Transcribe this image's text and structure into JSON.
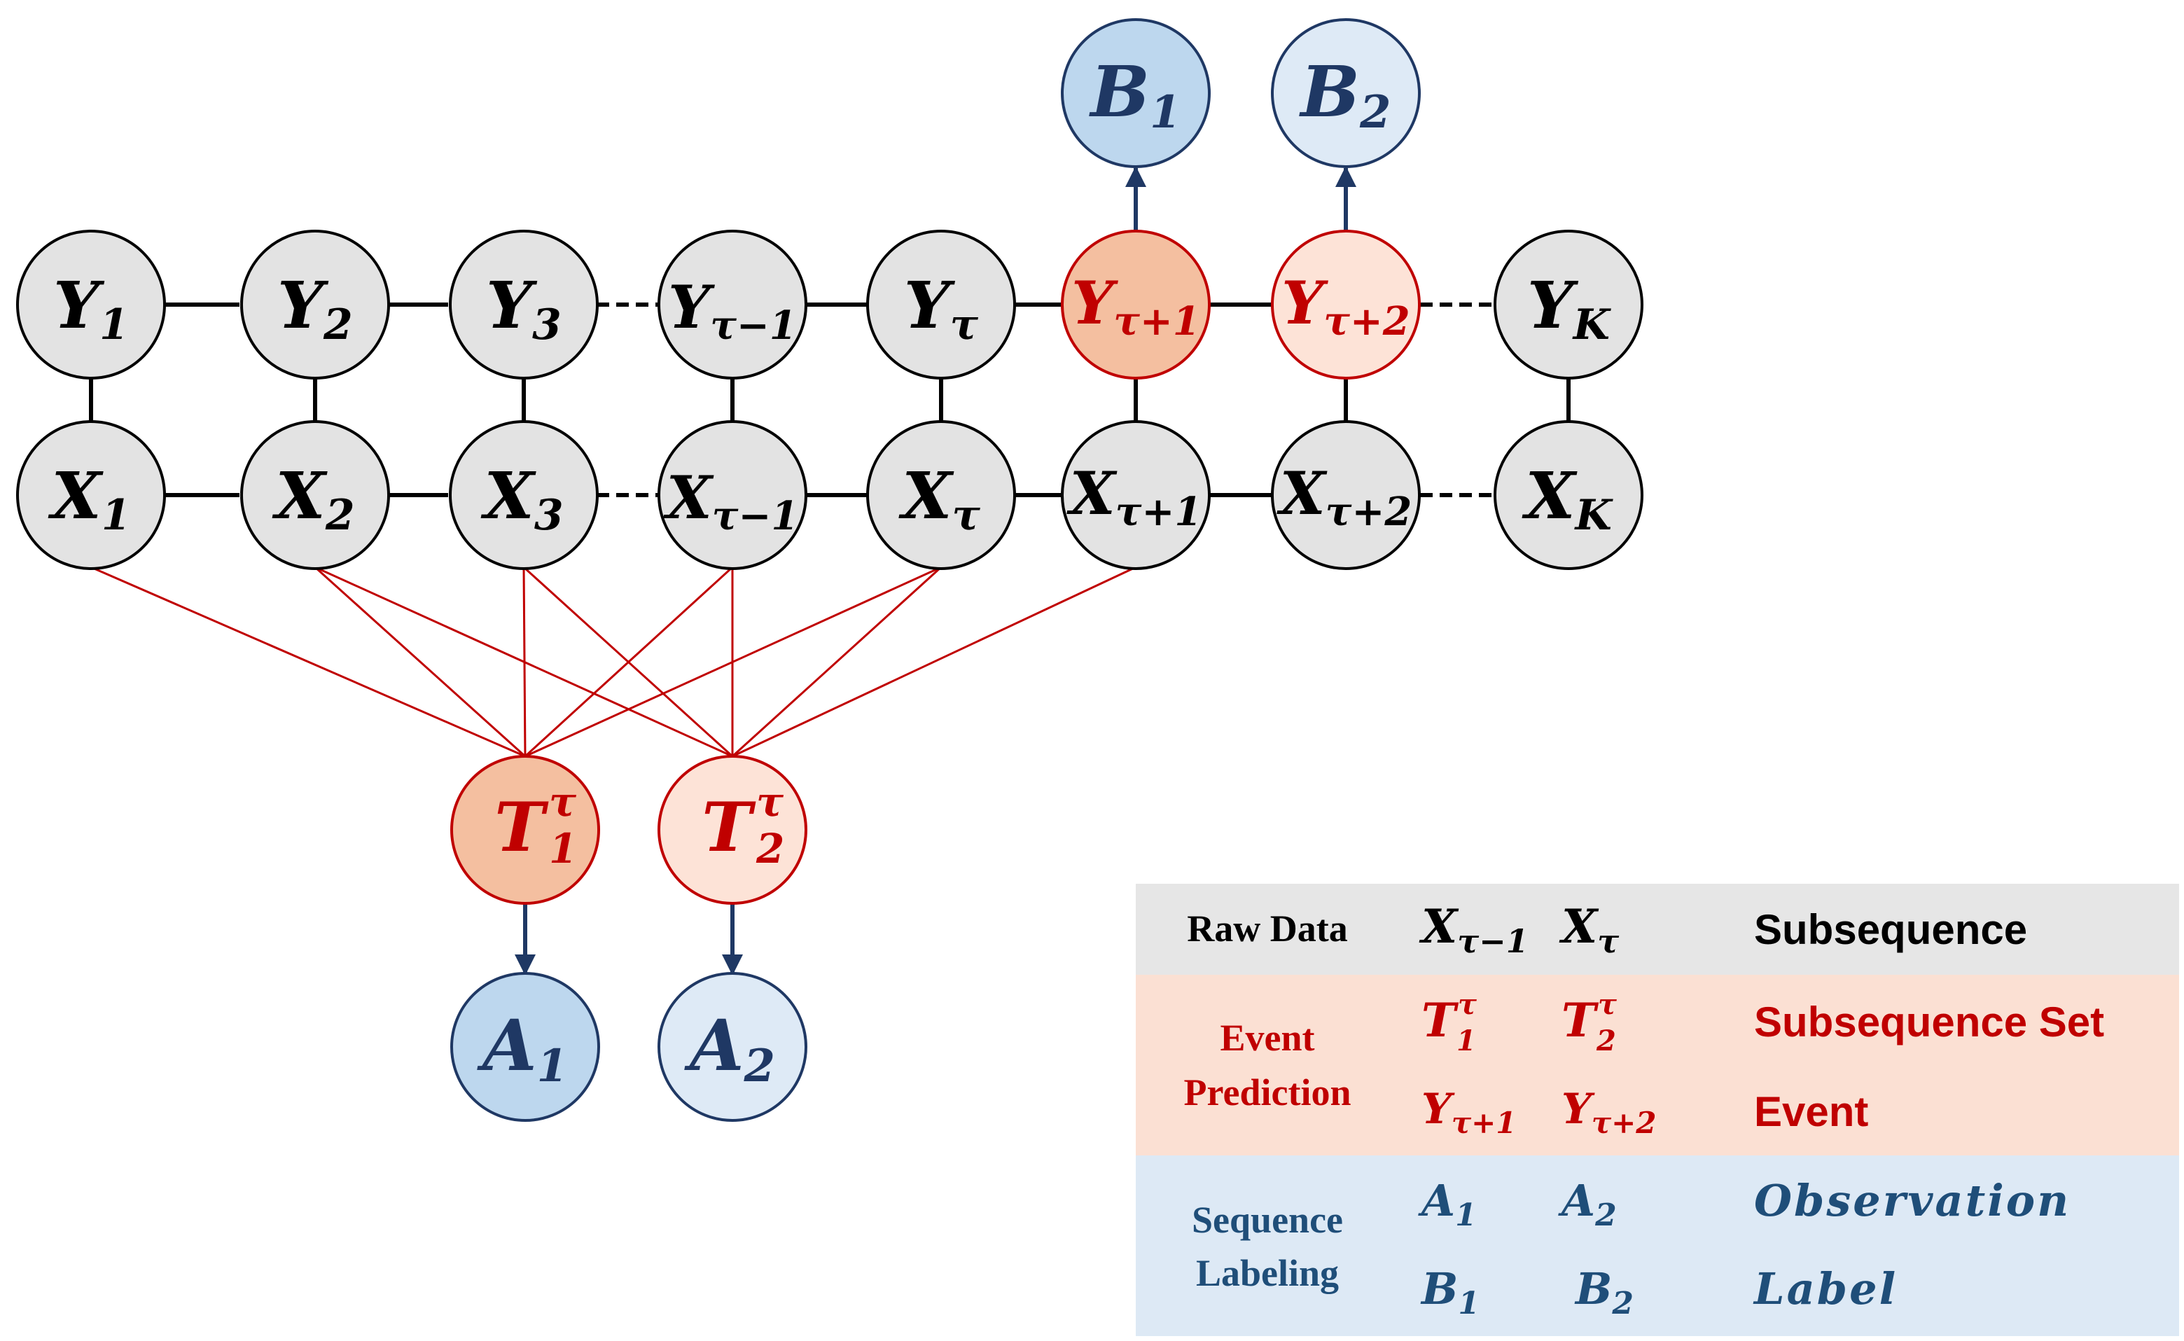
{
  "colors": {
    "gray_fill": "#e3e3e3",
    "red_dark_fill": "#f4bfa0",
    "red_light_fill": "#fde3d7",
    "blue_dark_fill": "#bdd7ee",
    "blue_light_fill": "#deeaf6",
    "red_stroke": "#c00000",
    "blue_stroke": "#1f3864",
    "legend_gray": "#e6e6e6",
    "legend_peach": "#fbe0d3",
    "legend_blue": "#dde9f5"
  },
  "nodes": {
    "Y1": {
      "base": "Y",
      "sub": "1",
      "sup": ""
    },
    "Y2": {
      "base": "Y",
      "sub": "2",
      "sup": ""
    },
    "Y3": {
      "base": "Y",
      "sub": "3",
      "sup": ""
    },
    "Ytm1": {
      "base": "Y",
      "sub": "τ−1",
      "sup": ""
    },
    "Yt": {
      "base": "Y",
      "sub": "τ",
      "sup": ""
    },
    "Ytp1": {
      "base": "Y",
      "sub": "τ+1",
      "sup": ""
    },
    "Ytp2": {
      "base": "Y",
      "sub": "τ+2",
      "sup": ""
    },
    "YK": {
      "base": "Y",
      "sub": "K",
      "sup": ""
    },
    "X1": {
      "base": "X",
      "sub": "1",
      "sup": ""
    },
    "X2": {
      "base": "X",
      "sub": "2",
      "sup": ""
    },
    "X3": {
      "base": "X",
      "sub": "3",
      "sup": ""
    },
    "Xtm1": {
      "base": "X",
      "sub": "τ−1",
      "sup": ""
    },
    "Xt": {
      "base": "X",
      "sub": "τ",
      "sup": ""
    },
    "Xtp1": {
      "base": "X",
      "sub": "τ+1",
      "sup": ""
    },
    "Xtp2": {
      "base": "X",
      "sub": "τ+2",
      "sup": ""
    },
    "XK": {
      "base": "X",
      "sub": "K",
      "sup": ""
    },
    "B1": {
      "base": "B",
      "sub": "1",
      "sup": ""
    },
    "B2": {
      "base": "B",
      "sub": "2",
      "sup": ""
    },
    "T1": {
      "base": "T",
      "sub": "1",
      "sup": "τ"
    },
    "T2": {
      "base": "T",
      "sub": "2",
      "sup": "τ"
    },
    "A1": {
      "base": "A",
      "sub": "1",
      "sup": ""
    },
    "A2": {
      "base": "A",
      "sub": "2",
      "sup": ""
    }
  },
  "legend": {
    "raw_data": {
      "label": "Raw Data",
      "sym1": {
        "base": "X",
        "sub": "τ−1",
        "sup": ""
      },
      "sym2": {
        "base": "X",
        "sub": "τ",
        "sup": ""
      },
      "desc": "Subsequence"
    },
    "event_prediction": {
      "label_line1": "Event",
      "label_line2": "Prediction",
      "row1": {
        "sym1": {
          "base": "T",
          "sub": "1",
          "sup": "τ"
        },
        "sym2": {
          "base": "T",
          "sub": "2",
          "sup": "τ"
        },
        "desc": "Subsequence Set"
      },
      "row2": {
        "sym1": {
          "base": "Y",
          "sub": "τ+1",
          "sup": ""
        },
        "sym2": {
          "base": "Y",
          "sub": "τ+2",
          "sup": ""
        },
        "desc": "Event"
      }
    },
    "sequence_labeling": {
      "label_line1": "Sequence",
      "label_line2": "Labeling",
      "row1": {
        "sym1": {
          "base": "A",
          "sub": "1",
          "sup": ""
        },
        "sym2": {
          "base": "A",
          "sub": "2",
          "sup": ""
        },
        "desc": "Observation"
      },
      "row2": {
        "sym1": {
          "base": "B",
          "sub": "1",
          "sup": ""
        },
        "sym2": {
          "base": "B",
          "sub": "2",
          "sup": ""
        },
        "desc": "Label"
      }
    }
  }
}
